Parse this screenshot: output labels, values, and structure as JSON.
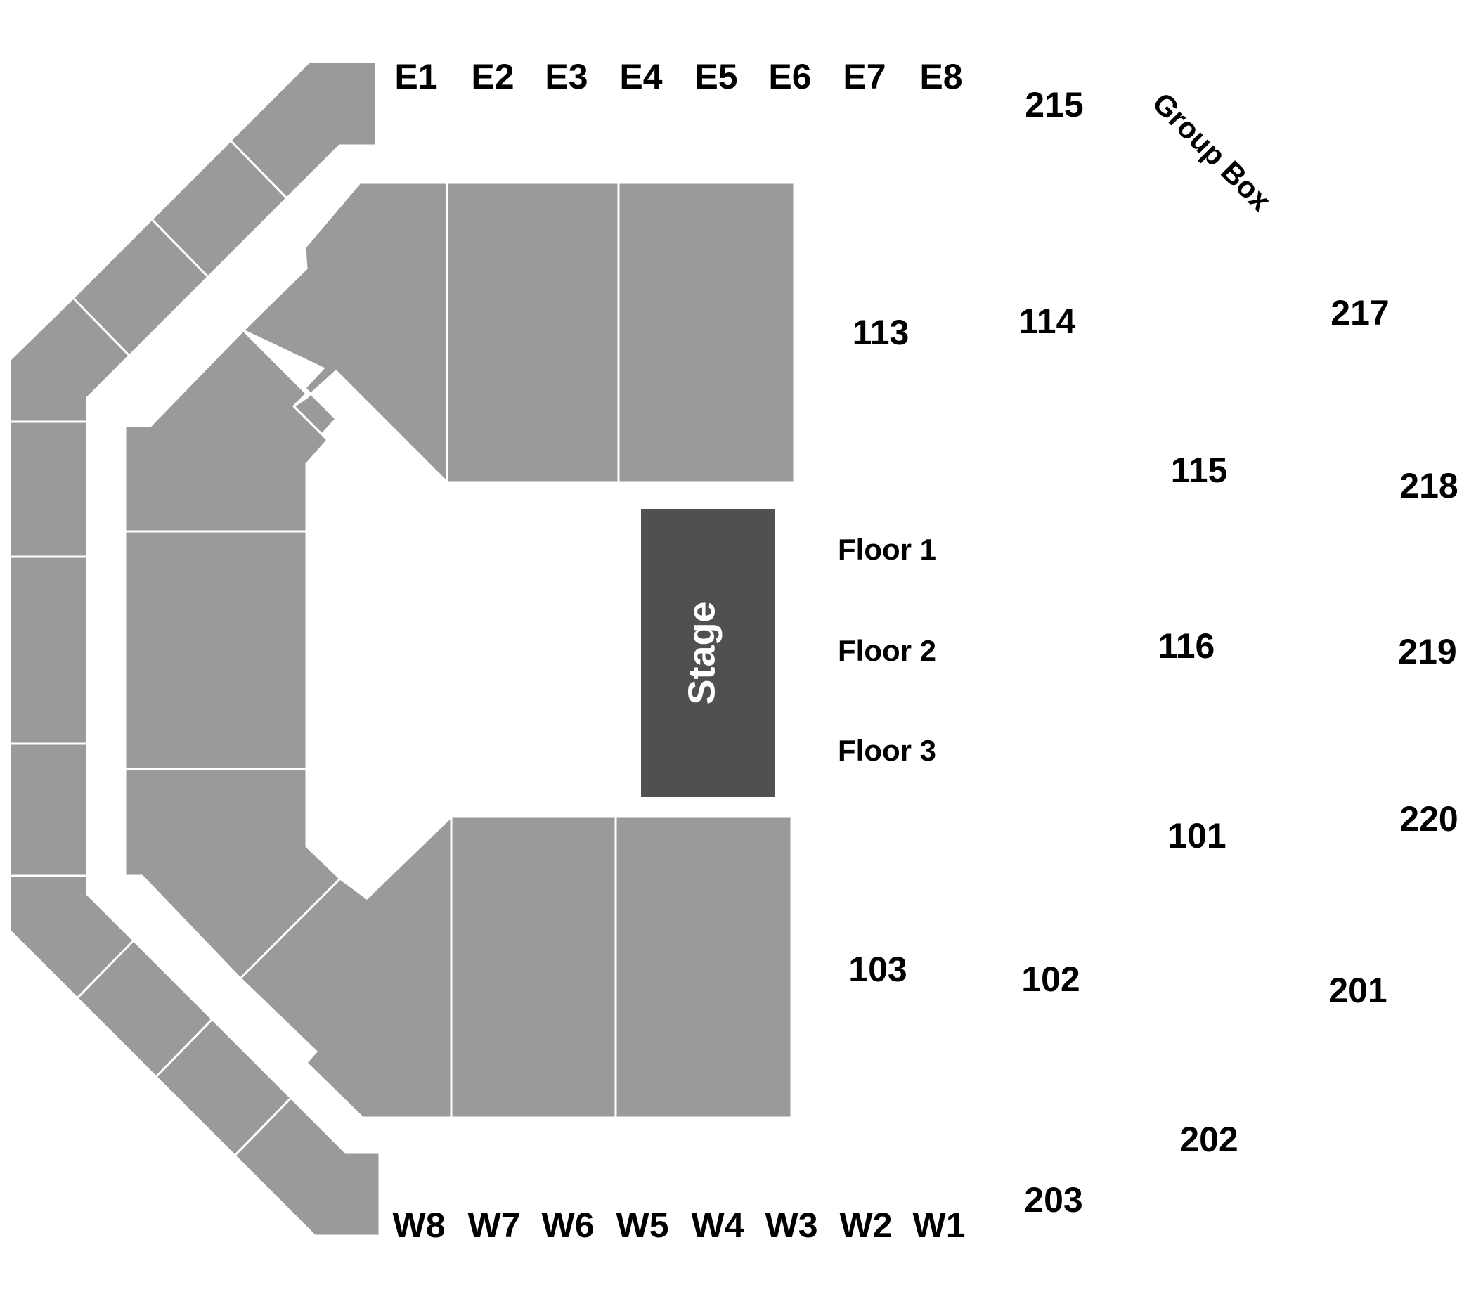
{
  "colors": {
    "section_fill": "#9a9a9a",
    "stage_fill": "#505050",
    "background": "#ffffff",
    "label": "#000000",
    "stage_label": "#ffffff"
  },
  "stage": {
    "label": "Stage"
  },
  "group_box": {
    "label": "Group Box"
  },
  "floor": {
    "floor_1": "Floor 1",
    "floor_2": "Floor 2",
    "floor_3": "Floor 3"
  },
  "east_rows": [
    "E1",
    "E2",
    "E3",
    "E4",
    "E5",
    "E6",
    "E7",
    "E8"
  ],
  "west_rows": [
    "W8",
    "W7",
    "W6",
    "W5",
    "W4",
    "W3",
    "W2",
    "W1"
  ],
  "sections": {
    "s215": "215",
    "s113": "113",
    "s114": "114",
    "s217": "217",
    "s115": "115",
    "s218": "218",
    "s116": "116",
    "s219": "219",
    "s101": "101",
    "s220": "220",
    "s103": "103",
    "s102": "102",
    "s201": "201",
    "s202": "202",
    "s203": "203"
  }
}
